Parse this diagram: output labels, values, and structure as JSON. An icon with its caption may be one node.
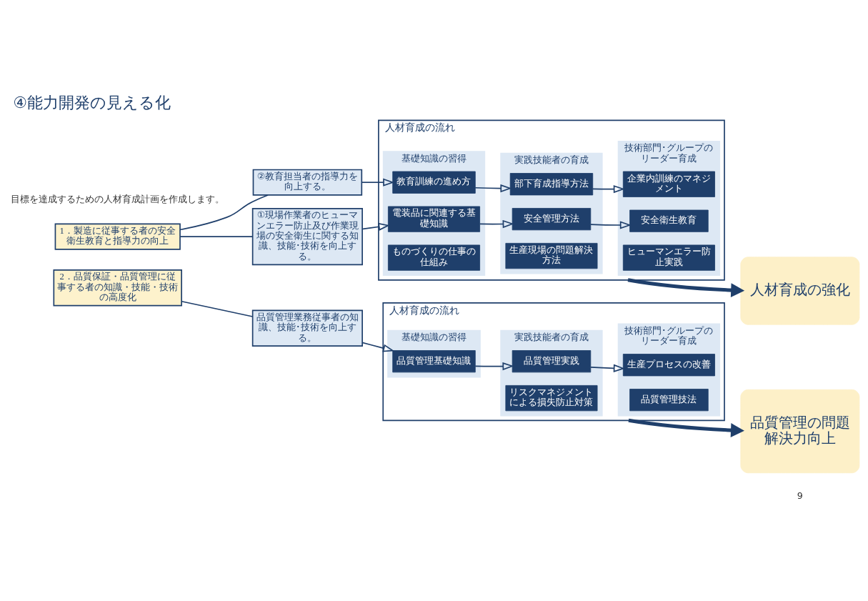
{
  "diagram": {
    "title": "④能力開発の見える化",
    "nodes": [
      {
        "text": [
          "1．製造に従事する者の安全衛生教育と指導力の向上"
        ]
      },
      {
        "text": [
          "①現場作業者のヒューマンエラー防止及び作業現場の安全衛生に関する知識、技能･技術を向上する。"
        ]
      },
      {
        "text": [
          "②教育担当者の指導力を向上する。"
        ]
      },
      {
        "text": [
          "人材育成の流れ"
        ]
      },
      {
        "text": [
          "基礎知識の習得"
        ],
        "in": 3
      },
      {
        "text": [
          "電装品に関連する基礎知識"
        ],
        "in": 4
      },
      {
        "text": [
          "ものづくりの仕事の仕組み"
        ],
        "in": 4
      },
      {
        "text": [
          "教育訓練の進め方"
        ],
        "in": 4
      },
      {
        "text": [
          "実践技能者の育成"
        ],
        "in": 3
      },
      {
        "text": [
          "安全管理方法"
        ],
        "in": 8
      },
      {
        "text": [
          "生産現場の問題解決方法"
        ],
        "in": 8
      },
      {
        "text": [
          "部下育成指導方法"
        ],
        "in": 8
      },
      {
        "text": [
          "技術部門･グループのリーダー育成"
        ],
        "in": 3
      },
      {
        "text": [
          "安全衛生教育"
        ],
        "in": 12
      },
      {
        "text": [
          "ヒューマンエラー防止実践"
        ],
        "in": 12
      },
      {
        "text": [
          "企業内訓練のマネジメント"
        ],
        "in": 12
      },
      {
        "text": [
          "人材育成の強化"
        ]
      },
      {
        "text": [
          "2．品質保証・品質管理に従事する者の知識・技能・技術の高度化"
        ]
      },
      {
        "text": [
          "品質管理業務従事者の知識、技能･技術を向上する。"
        ]
      },
      {
        "text": [
          "人材育成の流れ"
        ]
      },
      {
        "text": [
          "基礎知識の習得"
        ],
        "in": 19
      },
      {
        "text": [
          "品質管理基礎知識"
        ],
        "in": 20
      },
      {
        "text": [
          "実践技能者の育成"
        ],
        "in": 19
      },
      {
        "text": [
          "品質管理実践"
        ],
        "in": 22
      },
      {
        "text": [
          "リスクマネジメントによる損失防止対策"
        ],
        "in": 22
      },
      {
        "text": [
          "技術部門･グループのリーダー育成"
        ],
        "in": 19
      },
      {
        "text": [
          "生産プロセスの改善"
        ],
        "in": 25
      },
      {
        "text": [
          "品質管理技法"
        ],
        "in": 25
      },
      {
        "text": [
          "品質管理の問題解決力向上"
        ]
      }
    ],
    "edges": [
      {
        "from": 0,
        "to": 1,
        "arrow": "none"
      },
      {
        "from": 0,
        "to": 2,
        "arrow": "none"
      },
      {
        "from": 1,
        "to": 5,
        "arrow": "to"
      },
      {
        "from": 2,
        "to": 7,
        "arrow": "to"
      },
      {
        "from": 5,
        "to": 9,
        "arrow": "to"
      },
      {
        "from": 7,
        "to": 11,
        "arrow": "to"
      },
      {
        "from": 9,
        "to": 13,
        "arrow": "to"
      },
      {
        "from": 11,
        "to": 15,
        "arrow": "to"
      },
      {
        "from": 3,
        "to": 16,
        "arrow": "to",
        "style": "thick"
      },
      {
        "from": 17,
        "to": 18,
        "arrow": "none"
      },
      {
        "from": 18,
        "to": 21,
        "arrow": "to"
      },
      {
        "from": 21,
        "to": 23,
        "arrow": "to"
      },
      {
        "from": 23,
        "to": 26,
        "arrow": "to"
      },
      {
        "from": 19,
        "to": 28,
        "arrow": "to",
        "style": "thick"
      }
    ],
    "labels": [
      "目標を達成するための人材育成計画を作成します。",
      "9"
    ]
  }
}
